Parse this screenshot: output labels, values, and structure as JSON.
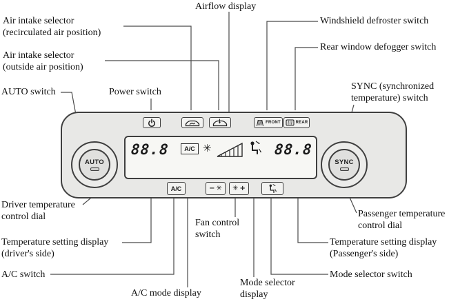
{
  "figure": {
    "callouts": {
      "airflow_display": "Airflow display",
      "air_intake_recirc": "Air intake selector\n(recirculated air position)",
      "windshield_defroster": "Windshield defroster switch",
      "air_intake_outside": "Air intake selector\n(outside air position)",
      "rear_defogger": "Rear window defogger switch",
      "auto_switch": "AUTO switch",
      "power_switch": "Power switch",
      "sync_switch": "SYNC (synchronized\ntemperature) switch",
      "driver_dial": "Driver temperature\ncontrol dial",
      "passenger_dial": "Passenger temperature\ncontrol dial",
      "temp_display_driver": "Temperature setting display\n(driver's side)",
      "fan_control": "Fan control\nswitch",
      "temp_display_passenger": "Temperature setting display\n(Passenger's side)",
      "ac_switch": "A/C switch",
      "ac_mode_display": "A/C mode display",
      "mode_display": "Mode selector\ndisplay",
      "mode_switch": "Mode selector switch"
    },
    "panel": {
      "front_label": "FRONT",
      "rear_label": "REAR",
      "driver_temp": "88.8",
      "passenger_temp": "88.8",
      "ac_indicator": "A/C",
      "ac_button": "A/C",
      "fan_glyph": "✳",
      "fan_minus": "−",
      "fan_plus": "+",
      "auto_dial": "AUTO",
      "sync_dial": "SYNC"
    },
    "colors": {
      "panel_fill": "#e8e8e6",
      "display_fill": "#f7f7f4",
      "outline": "#3f3f3f",
      "leader_line": "#4a4a4a"
    }
  }
}
